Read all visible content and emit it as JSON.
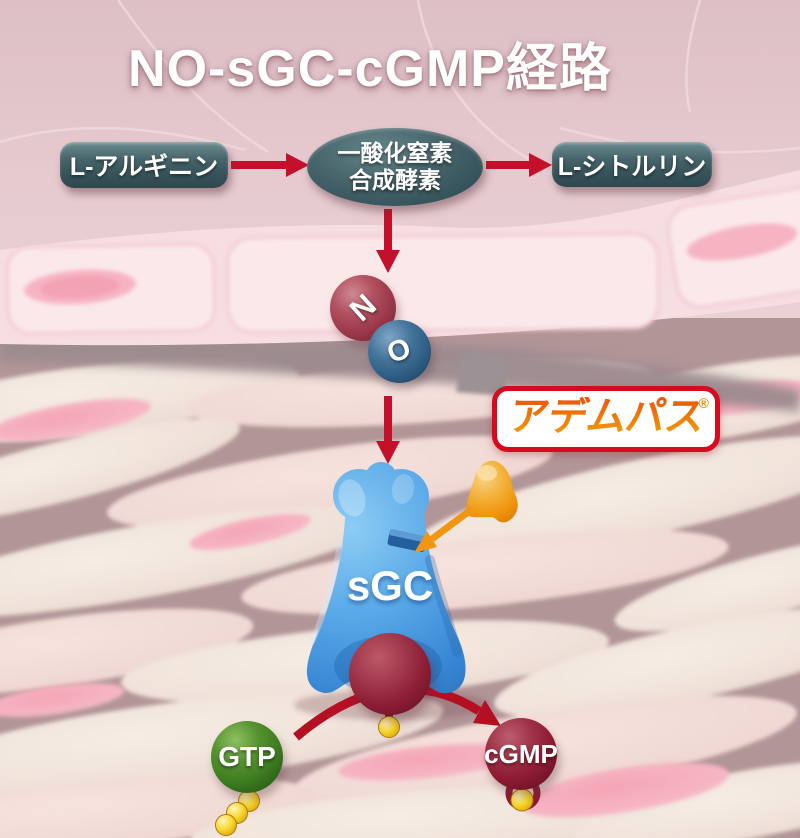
{
  "title": "NO-sGC-cGMP経路",
  "top_row": {
    "substrate": "L-アルギニン",
    "enzyme": {
      "line1": "一酸化窒素",
      "line2": "合成酵素"
    },
    "product": "L-シトルリン"
  },
  "no_molecule": {
    "nitrogen": "N",
    "oxygen": "O"
  },
  "drug": {
    "name": "アデムパス",
    "registered_mark": "®"
  },
  "enzyme_complex": {
    "label": "sGC"
  },
  "nucleotides": {
    "gtp": "GTP",
    "cgmp": "cGMP"
  },
  "colors": {
    "arrow_red": "#c5102c",
    "box_teal": "#3f5d63",
    "drug_orange": "#ef8c07",
    "badge_border_red": "#d70a1e",
    "sgc_blue": "#4a9ce2",
    "gtp_green": "#3f7d22",
    "cgmp_maroon": "#8e1c33",
    "heme_maroon": "#8c1e35",
    "no_nitrogen_red": "#9c3a4c",
    "no_oxygen_blue": "#2f5f85",
    "phosphate_yellow": "#f6cf2e",
    "background_pink": "#e2c5ca",
    "muscle_gap_mauve": "#b29597",
    "title_white": "#ffffff"
  }
}
